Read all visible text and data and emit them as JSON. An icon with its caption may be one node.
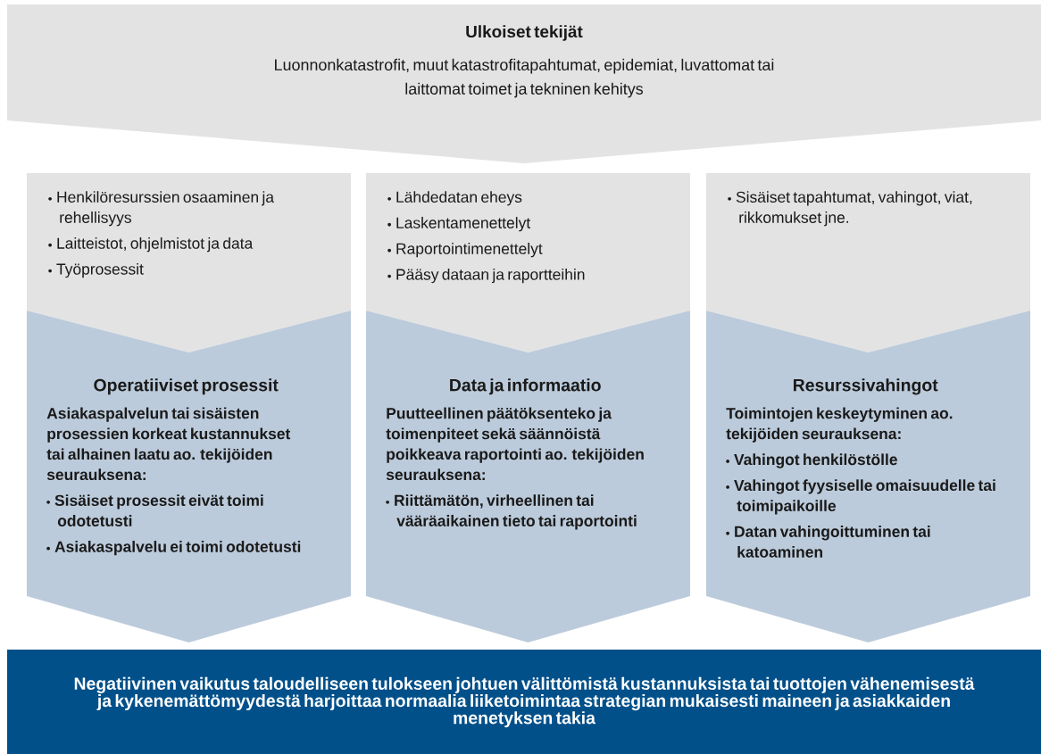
{
  "diagram": {
    "nodes": [
      {
        "text": [
          "Ulkoiset tekijät",
          "Luonnonkatastrofit, muut katastrofitapahtumat, epidemiat, luvattomat tai laittomat toimet ja tekninen kehitys"
        ]
      },
      {
        "text": [
          "Henkilöresurssien osaaminen ja rehellisyys",
          "Laitteistot, ohjelmistot ja data",
          "Työprosessit"
        ]
      },
      {
        "text": [
          "Lähdedatan eheys",
          "Laskentamenettelyt",
          "Raportointimenettelyt",
          "Pääsy dataan ja raportteihin"
        ]
      },
      {
        "text": [
          "Sisäiset tapahtumat, vahingot, viat, rikkomukset jne."
        ]
      },
      {
        "text": [
          "Operatiiviset prosessit",
          "Asiakaspalvelun tai sisäisten prosessien korkeat kustannukset tai alhainen laatu ao. tekijöiden seurauksena:",
          "Sisäiset prosessit eivät toimi odotetusti",
          "Asiakaspalvelu ei toimi odotetusti"
        ]
      },
      {
        "text": [
          "Data ja informaatio",
          "Puutteellinen päätöksenteko ja toimenpiteet sekä säännöistä poikkeava raportointi ao. tekijöiden seurauksena:",
          "Riittämätön, virheellinen tai vääräaikainen tieto tai raportointi"
        ]
      },
      {
        "text": [
          "Resurssivahingot",
          "Toimintojen keskeytyminen ao. tekijöiden seurauksena:",
          "Vahingot henkilöstölle",
          "Vahingot fyysiselle omaisuudelle tai toimipaikoille",
          "Datan vahingoittuminen tai katoaminen"
        ]
      },
      {
        "text": [
          "Negatiivinen vaikutus taloudelliseen tulokseen johtuen välittömistä kustannuksista tai tuottojen vähenemisestä ja kykenemättömyydestä harjoittaa normaalia liiketoimintaa strategian mukaisesti maineen ja asiakkaiden menetyksen takia"
        ]
      }
    ]
  }
}
